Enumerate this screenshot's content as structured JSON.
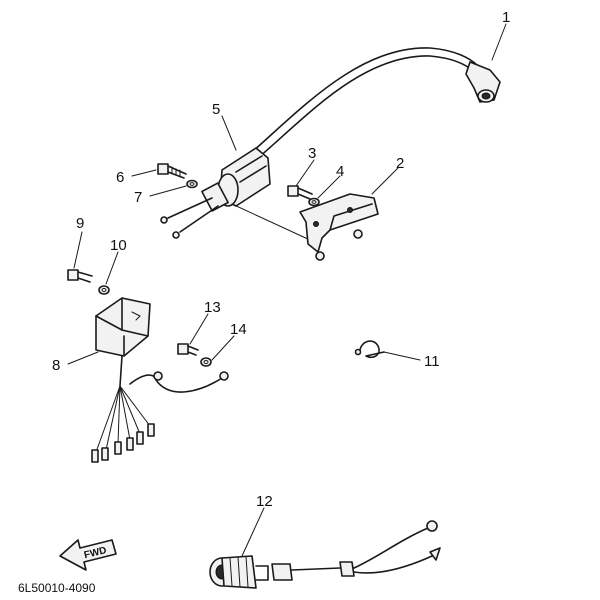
{
  "diagram": {
    "code": "6L50010-4090",
    "fwd_label": "FWD",
    "callouts": {
      "c1": "1",
      "c2": "2",
      "c3": "3",
      "c4": "4",
      "c5": "5",
      "c6": "6",
      "c7": "7",
      "c8": "8",
      "c9": "9",
      "c10": "10",
      "c11": "11",
      "c12": "12",
      "c13": "13",
      "c14": "14"
    }
  }
}
